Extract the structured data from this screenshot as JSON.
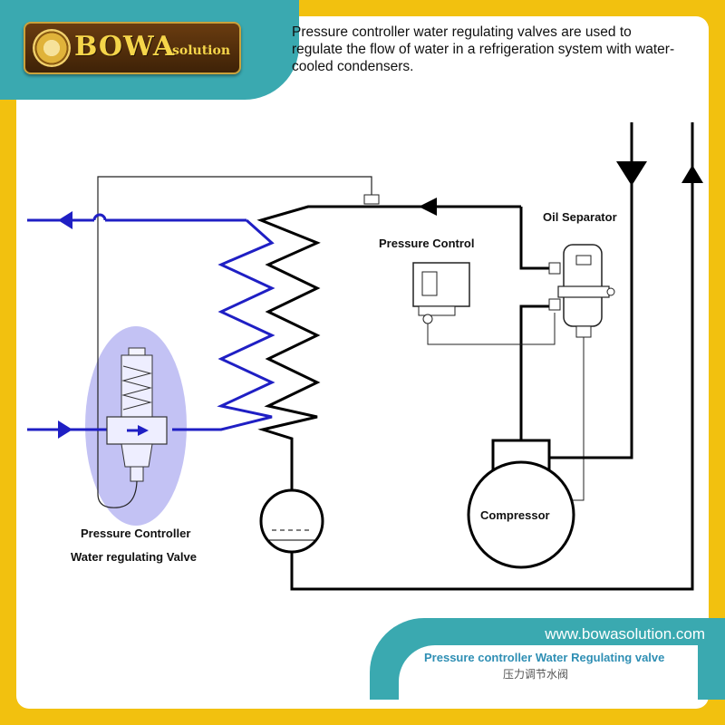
{
  "logo": {
    "brand": "BOWA",
    "tagline": "solution"
  },
  "intro_text": "Pressure controller water regulating valves are used to regulate the flow of water in a refrigeration system with water-cooled condensers.",
  "labels": {
    "oil_separator": "Oil Separator",
    "pressure_control": "Pressure Control",
    "compressor": "Compressor",
    "valve_line1": "Pressure Controller",
    "valve_line2": "Water regulating Valve"
  },
  "footer": {
    "url": "www.bowasolution.com",
    "title": "Pressure controller Water Regulating valve",
    "subtitle_cn": "压力调节水阀"
  },
  "colors": {
    "frame": "#f2c10f",
    "accent": "#3aa9b0",
    "water_line": "#1f1fc4",
    "refrigerant_line": "#000000",
    "valve_highlight": "#b9b7f2"
  }
}
